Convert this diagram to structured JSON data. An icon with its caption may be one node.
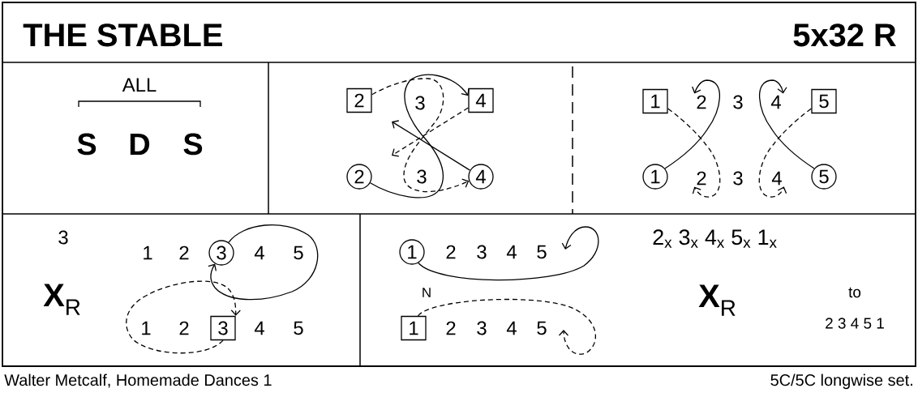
{
  "diagram": {
    "title": "THE STABLE",
    "nodes": [
      {
        "text": [
          "2"
        ]
      },
      {
        "text": [
          "4"
        ]
      },
      {
        "text": [
          "2"
        ]
      },
      {
        "text": [
          "4"
        ]
      },
      {
        "text": [
          "1"
        ]
      },
      {
        "text": [
          "2"
        ]
      },
      {
        "text": [
          "4"
        ]
      },
      {
        "text": [
          "5"
        ]
      },
      {
        "text": [
          "1"
        ]
      },
      {
        "text": [
          "2"
        ]
      },
      {
        "text": [
          "4"
        ]
      },
      {
        "text": [
          "5"
        ]
      },
      {
        "text": [
          "3"
        ]
      },
      {
        "text": [
          "3"
        ]
      },
      {
        "text": [
          "1"
        ]
      },
      {
        "text": [
          "1"
        ]
      }
    ],
    "edges": [
      {
        "from": 0,
        "to": 3,
        "arrow": "to",
        "style": "dashed"
      },
      {
        "from": 1,
        "to": null,
        "arrow": "to",
        "style": "dashed"
      },
      {
        "from": 2,
        "to": 1,
        "arrow": "to"
      },
      {
        "from": 3,
        "to": null,
        "arrow": "to"
      },
      {
        "from": 4,
        "to": 9,
        "arrow": "to",
        "style": "dashed"
      },
      {
        "from": 8,
        "to": 5,
        "arrow": "to"
      },
      {
        "from": 7,
        "to": 10,
        "arrow": "to",
        "style": "dashed"
      },
      {
        "from": 11,
        "to": 6,
        "arrow": "to"
      },
      {
        "from": 12,
        "to": 12,
        "arrow": "to"
      },
      {
        "from": 13,
        "to": 13,
        "arrow": "to",
        "style": "dashed"
      },
      {
        "from": 14,
        "to": null,
        "arrow": "to"
      },
      {
        "from": 15,
        "to": null,
        "arrow": "to",
        "style": "dashed"
      }
    ],
    "labels": [
      "5x32 R",
      "ALL",
      "S",
      "D",
      "S",
      "3",
      "3",
      "3",
      "3",
      "3",
      "1",
      "2",
      "4",
      "5",
      "**X**$_{R}$",
      "1",
      "2",
      "4",
      "5",
      "2",
      "3",
      "4",
      "5",
      "2$_{x}$ 3$_{x}$ 4$_{x}$ 5$_{x}$ 1$_{x}$",
      "N",
      "**X**$_{R}$",
      "to",
      "2",
      "3",
      "4",
      "5",
      "2 3 4 5 1",
      "Walter Metcalf, Homemade Dances 1",
      "5C/5C longwise set."
    ]
  }
}
